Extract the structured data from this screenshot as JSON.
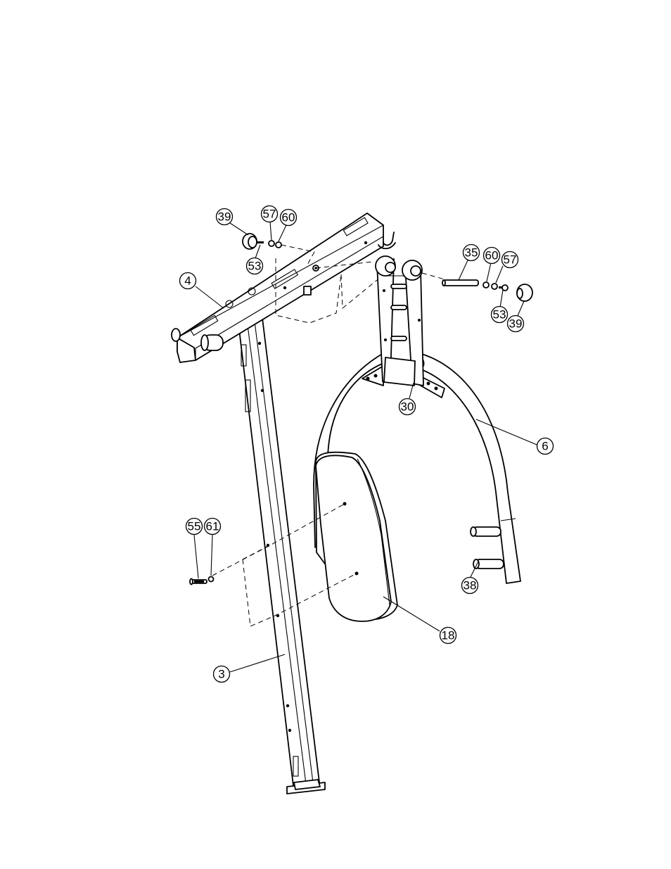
{
  "callouts": [
    {
      "id": "c39a",
      "label": "39"
    },
    {
      "id": "c57a",
      "label": "57"
    },
    {
      "id": "c60a",
      "label": "60"
    },
    {
      "id": "c53a",
      "label": "53"
    },
    {
      "id": "c4",
      "label": "4"
    },
    {
      "id": "c35",
      "label": "35"
    },
    {
      "id": "c60b",
      "label": "60"
    },
    {
      "id": "c57b",
      "label": "57"
    },
    {
      "id": "c53b",
      "label": "53"
    },
    {
      "id": "c39b",
      "label": "39"
    },
    {
      "id": "c30",
      "label": "30"
    },
    {
      "id": "c6",
      "label": "6"
    },
    {
      "id": "c55",
      "label": "55"
    },
    {
      "id": "c61",
      "label": "61"
    },
    {
      "id": "c38",
      "label": "38"
    },
    {
      "id": "c18",
      "label": "18"
    },
    {
      "id": "c3",
      "label": "3"
    }
  ]
}
